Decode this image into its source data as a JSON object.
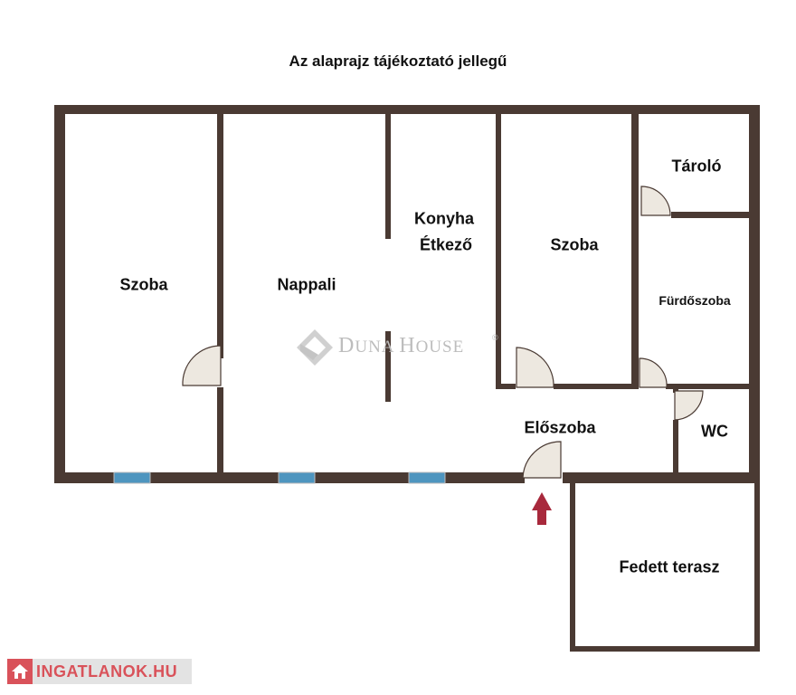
{
  "title": "Az alaprajz tájékoztató jellegű",
  "rooms": {
    "szoba_left": "Szoba",
    "nappali": "Nappali",
    "konyha_line1": "Konyha",
    "konyha_line2": "Étkező",
    "szoba_mid": "Szoba",
    "tarolo": "Tároló",
    "furdoszoba": "Fürdőszoba",
    "eloszoba": "Előszoba",
    "wc": "WC",
    "fedett_terasz": "Fedett terasz"
  },
  "watermark": {
    "brand_first_big": "D",
    "brand_first_small": "UNA ",
    "brand_second_big": "H",
    "brand_second_small": "OUSE",
    "registered": "®",
    "icon": "diamond-logo-icon"
  },
  "site_logo": {
    "text": "INGATLANOK.HU",
    "icon": "house-icon"
  },
  "colors": {
    "wall": "#4a3a33",
    "window": "#4e95bf",
    "arrow": "#a8293c",
    "door_fill": "#ede8e0",
    "watermark": "#bdbdbd",
    "logo_red": "#d9525a"
  },
  "icons": {
    "entrance": "entrance-arrow-icon"
  }
}
